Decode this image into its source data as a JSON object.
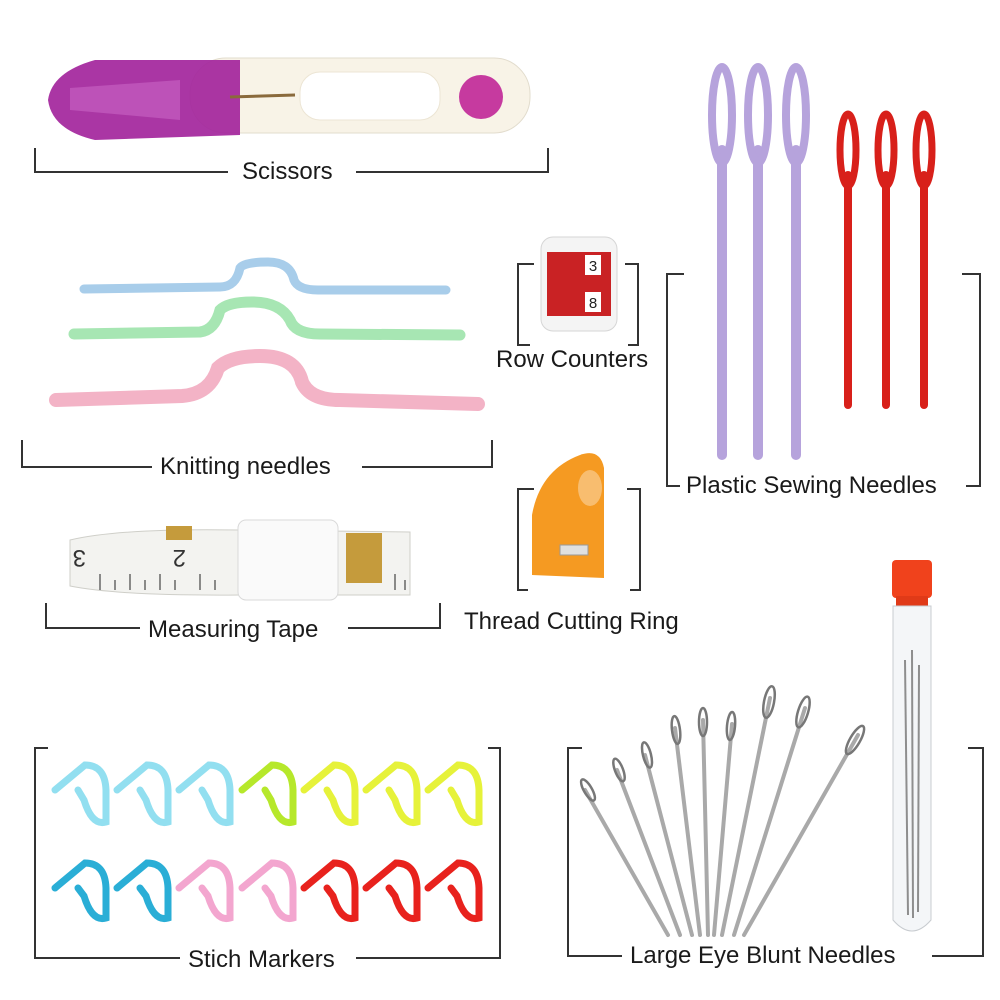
{
  "labels": {
    "scissors": "Scissors",
    "knitting_needles": "Knitting needles",
    "row_counters": "Row Counters",
    "plastic_sewing_needles": "Plastic Sewing Needles",
    "measuring_tape": "Measuring Tape",
    "thread_cutting_ring": "Thread Cutting Ring",
    "stich_markers": "Stich Markers",
    "large_eye_blunt_needles": "Large Eye Blunt Needles"
  },
  "tape_numbers": {
    "three": "3",
    "two": "2"
  },
  "counter_digits": {
    "top": "3",
    "bottom": "8"
  },
  "colors": {
    "scissors_guard": "#a3259c",
    "scissors_button": "#c63a9f",
    "lavender_needle": "#b6a3dc",
    "red_needle": "#d8201a",
    "cable_blue": "#a8cdea",
    "cable_green": "#a7e6b3",
    "cable_pink": "#f3b3c6",
    "ring_orange": "#f59a22",
    "marker_cyan": "#92dff0",
    "marker_lime": "#b6e82b",
    "marker_yellow": "#e6f23a",
    "marker_blue": "#2aaed6",
    "marker_pink": "#f3a6cf",
    "marker_red": "#e8221d",
    "tube_cap": "#f0421c"
  }
}
